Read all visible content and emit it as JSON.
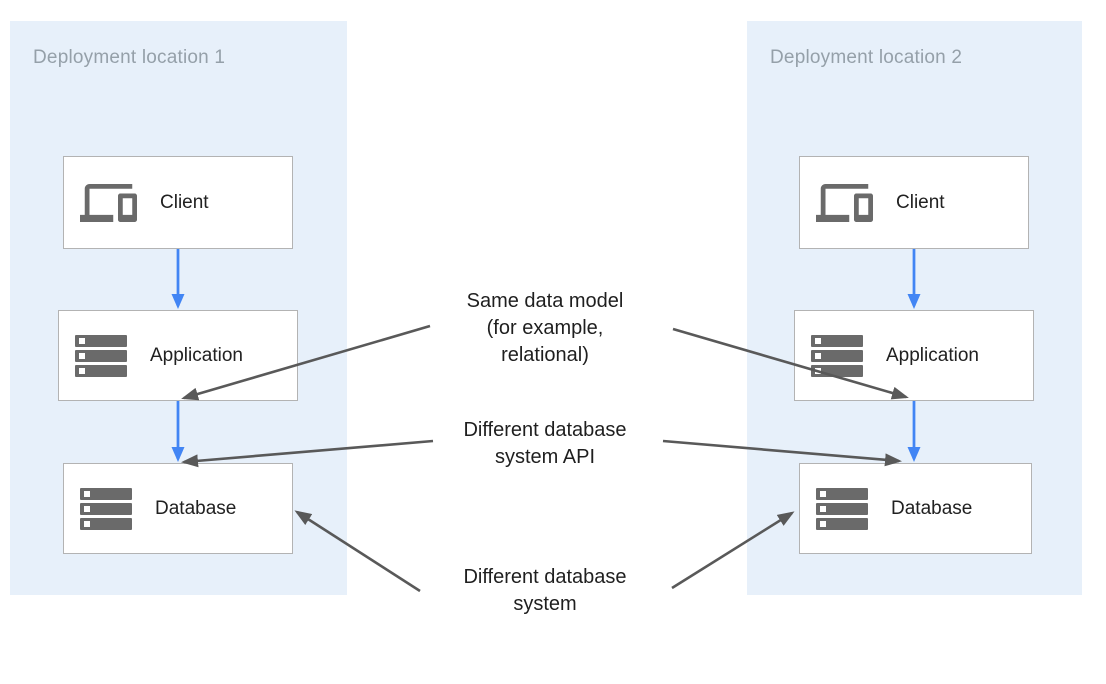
{
  "panels": [
    {
      "title": "Deployment location 1"
    },
    {
      "title": "Deployment location 2"
    }
  ],
  "boxes": [
    {
      "label": "Client",
      "icon": "devices-icon",
      "panel": "Deployment location 1"
    },
    {
      "label": "Application",
      "icon": "server-stack-icon",
      "panel": "Deployment location 1"
    },
    {
      "label": "Database",
      "icon": "server-stack-icon",
      "panel": "Deployment location 1"
    },
    {
      "label": "Client",
      "icon": "devices-icon",
      "panel": "Deployment location 2"
    },
    {
      "label": "Application",
      "icon": "server-stack-icon",
      "panel": "Deployment location 2"
    },
    {
      "label": "Database",
      "icon": "server-stack-icon",
      "panel": "Deployment location 2"
    }
  ],
  "annotations": [
    {
      "lines": [
        "Same data model",
        "(for example,",
        "relational)"
      ],
      "points_to": [
        "Application (location 1)",
        "Application (location 2)"
      ]
    },
    {
      "lines": [
        "Different database",
        "system API"
      ],
      "points_to": [
        "Database (location 1)",
        "Database (location 2)"
      ]
    },
    {
      "lines": [
        "Different database",
        "system"
      ],
      "points_to": [
        "Database (location 1)",
        "Database (location 2)"
      ]
    }
  ],
  "connections": [
    {
      "from": "Client",
      "to": "Application",
      "panel": "Deployment location 1",
      "style": "blue-flow-arrow"
    },
    {
      "from": "Application",
      "to": "Database",
      "panel": "Deployment location 1",
      "style": "blue-flow-arrow"
    },
    {
      "from": "Client",
      "to": "Application",
      "panel": "Deployment location 2",
      "style": "blue-flow-arrow"
    },
    {
      "from": "Application",
      "to": "Database",
      "panel": "Deployment location 2",
      "style": "blue-flow-arrow"
    }
  ],
  "colors": {
    "panel_background": "#e7f0fa",
    "panel_title": "#95a0a9",
    "box_border": "#b3b3b3",
    "icon_gray": "#6a6a6a",
    "flow_arrow_blue": "#4285f4",
    "annotation_arrow_gray": "#595959",
    "annotation_text": "#1f1f1f"
  }
}
